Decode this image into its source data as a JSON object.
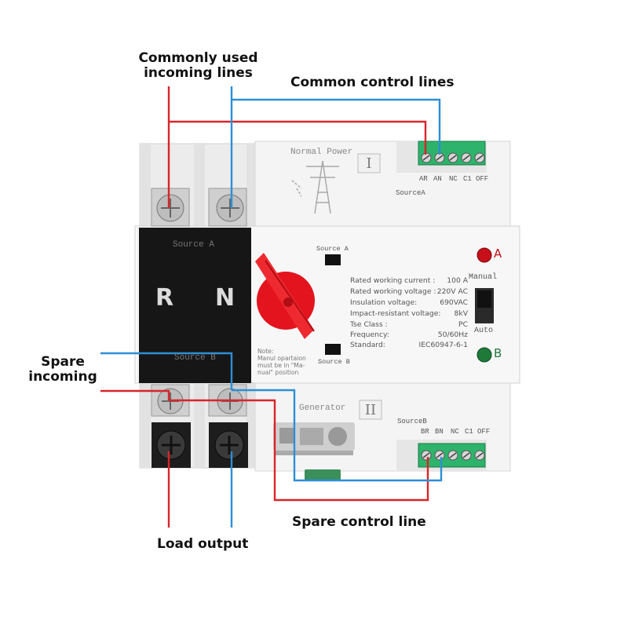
{
  "labels": {
    "common_incoming": [
      "Commonly used",
      "incoming lines"
    ],
    "common_control": "Common control lines",
    "spare_incoming": [
      "Spare",
      "incoming"
    ],
    "spare_control": "Spare control line",
    "load_output": "Load output"
  },
  "device": {
    "normal_power": "Normal Power",
    "generator": "Generator",
    "roman_top": "I",
    "roman_bottom": "II",
    "source_a_top": "SourceA",
    "source_b_bottom": "SourceB",
    "terminals_top": [
      "AR",
      "AN",
      "NC",
      "C1",
      "OFF"
    ],
    "terminals_bottom": [
      "BR",
      "BN",
      "NC",
      "C1",
      "OFF"
    ],
    "black_source_a": "Source A",
    "black_source_b": "Source B",
    "letter_r": "R",
    "letter_n": "N",
    "window_source_a": "Source A",
    "window_source_b": "Source B",
    "indicator_a": "A",
    "indicator_b": "B",
    "manual": "Manual",
    "auto": "Auto",
    "note": [
      "Note:",
      "Manul opartaion",
      "must be in \"Ma-",
      "nual\" position"
    ],
    "specs": [
      {
        "label": "Rated working current :",
        "value": "100   A"
      },
      {
        "label": "Rated working voltage :",
        "value": "220V AC"
      },
      {
        "label": "Insulation voltage:",
        "value": "690VAC"
      },
      {
        "label": "Impact-resistant voltage:",
        "value": "8kV"
      },
      {
        "label": "Tse Class :",
        "value": "PC"
      },
      {
        "label": "Frequency:",
        "value": "50/60Hz"
      },
      {
        "label": "Standard:",
        "value": "IEC60947-6-1"
      }
    ]
  },
  "colors": {
    "red_line": "#d9252a",
    "blue_line": "#2d8fd6",
    "terminal_green": "#2db36b",
    "knob_red": "#e3141e",
    "body_black": "#161616"
  }
}
